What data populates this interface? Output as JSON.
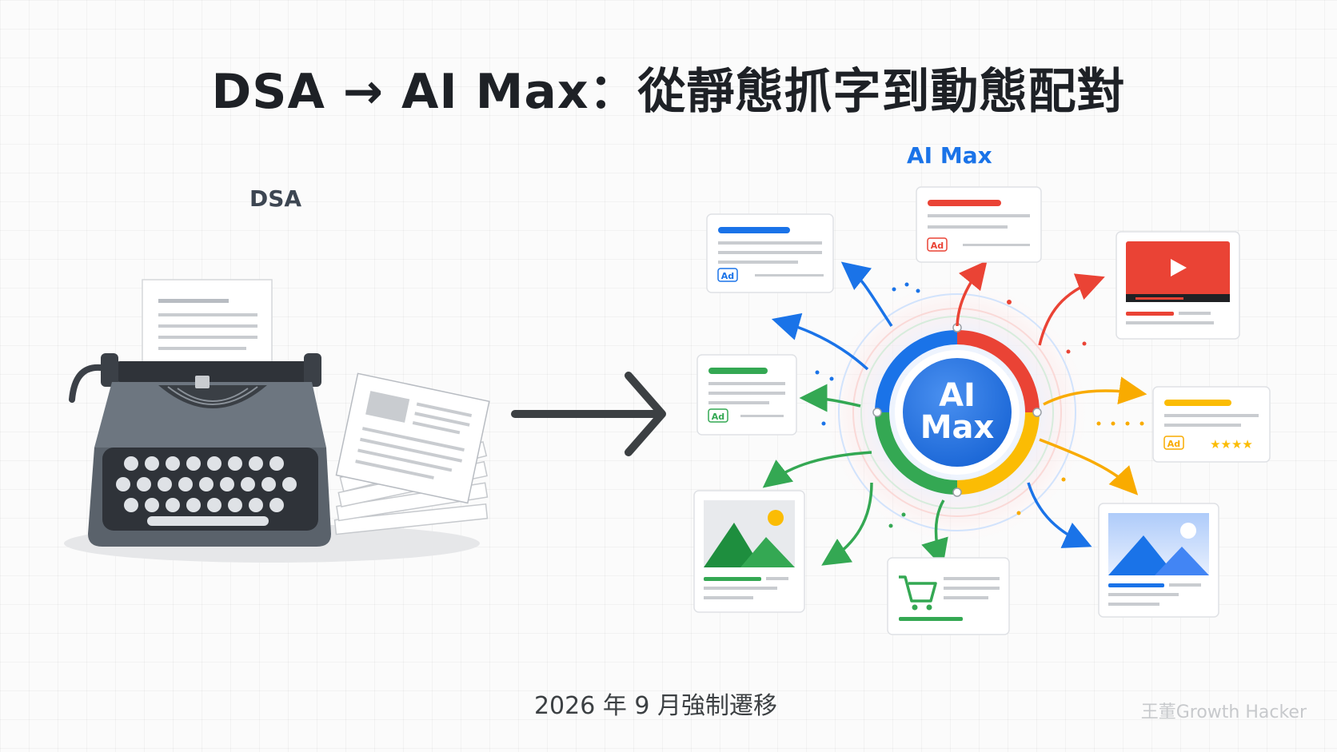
{
  "title": "DSA → AI Max：從靜態抓字到動態配對",
  "left_label": "DSA",
  "right_label": "AI Max",
  "hub_line1": "AI",
  "hub_line2": "Max",
  "ad_badge": "Ad",
  "footer": "2026 年 9 月強制遷移",
  "watermark": "王董Growth Hacker",
  "colors": {
    "blue": "#1a73e8",
    "red": "#ea4335",
    "yellow": "#fbbc04",
    "green": "#34a853",
    "dark": "#1e2126",
    "gray": "#5f6368"
  },
  "cards": [
    {
      "type": "text-ad",
      "accent": "blue"
    },
    {
      "type": "text-ad",
      "accent": "red"
    },
    {
      "type": "video-ad",
      "accent": "red"
    },
    {
      "type": "text-ad",
      "accent": "green"
    },
    {
      "type": "review-ad",
      "accent": "yellow",
      "stars": 4
    },
    {
      "type": "image-ad",
      "accent": "green"
    },
    {
      "type": "shopping-ad",
      "accent": "green"
    },
    {
      "type": "image-ad",
      "accent": "blue"
    }
  ]
}
